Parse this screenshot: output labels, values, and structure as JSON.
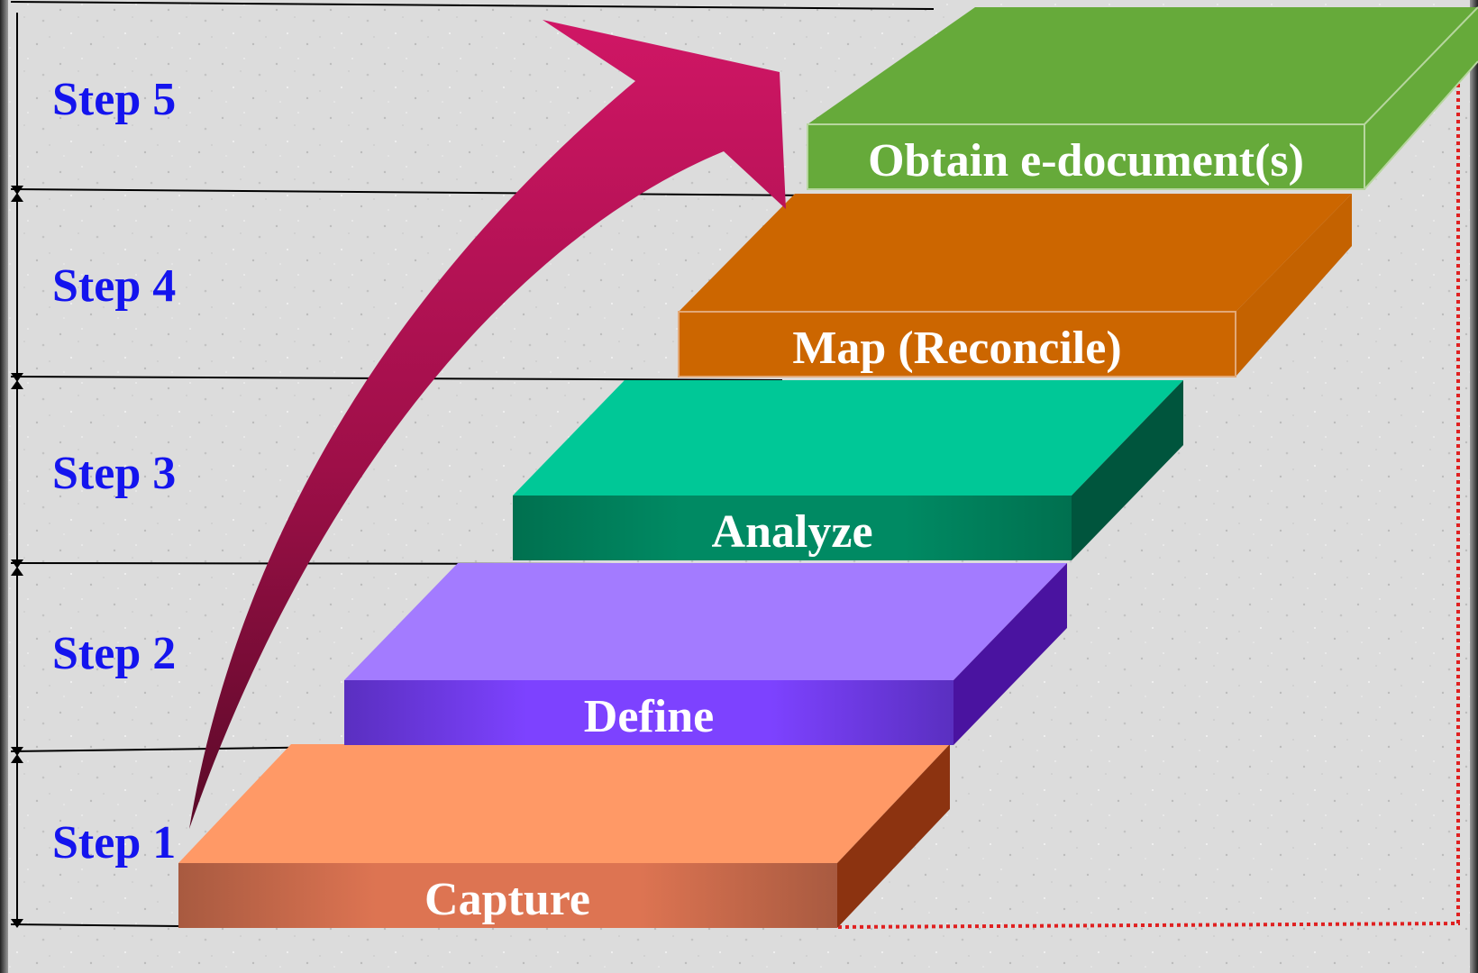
{
  "steps": [
    {
      "label": "Step 1",
      "text": "Capture"
    },
    {
      "label": "Step 2",
      "text": "Define"
    },
    {
      "label": "Step 3",
      "text": "Analyze"
    },
    {
      "label": "Step 4",
      "text": "Map (Reconcile)"
    },
    {
      "label": "Step 5",
      "text": "Obtain e-document(s)"
    }
  ],
  "colors": {
    "step_label": "#1414ee",
    "capture": "#ff9966",
    "define": "#a37bff",
    "analyze": "#00c897",
    "map": "#cc6600",
    "obtain": "#66aa3a",
    "arrow": "#cc1166",
    "dotted_line": "#e02020"
  }
}
